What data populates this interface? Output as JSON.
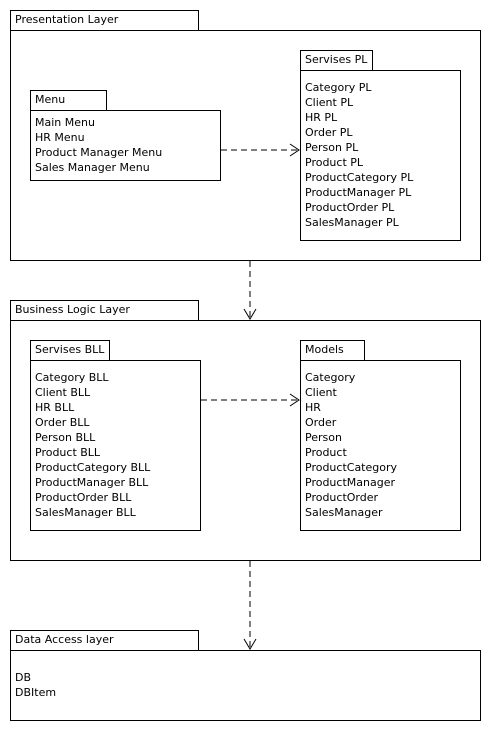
{
  "layers": {
    "presentation": {
      "title": "Presentation Layer",
      "menu": {
        "title": "Menu",
        "items": [
          "Main Menu",
          "HR Menu",
          "Product Manager Menu",
          "Sales Manager Menu"
        ]
      },
      "services": {
        "title": "Servises PL",
        "items": [
          "Category PL",
          "Client PL",
          "HR PL",
          "Order PL",
          "Person PL",
          "Product PL",
          "ProductCategory PL",
          "ProductManager PL",
          "ProductOrder PL",
          "SalesManager PL"
        ]
      }
    },
    "business": {
      "title": "Business Logic Layer",
      "services": {
        "title": "Servises BLL",
        "items": [
          "Category BLL",
          "Client BLL",
          "HR BLL",
          "Order BLL",
          "Person BLL",
          "Product BLL",
          "ProductCategory BLL",
          "ProductManager BLL",
          "ProductOrder BLL",
          "SalesManager BLL"
        ]
      },
      "models": {
        "title": "Models",
        "items": [
          "Category",
          "Client",
          "HR",
          "Order",
          "Person",
          "Product",
          "ProductCategory",
          "ProductManager",
          "ProductOrder",
          "SalesManager"
        ]
      }
    },
    "data": {
      "title": "Data Access layer",
      "items": [
        "DB",
        "DBItem"
      ]
    }
  }
}
